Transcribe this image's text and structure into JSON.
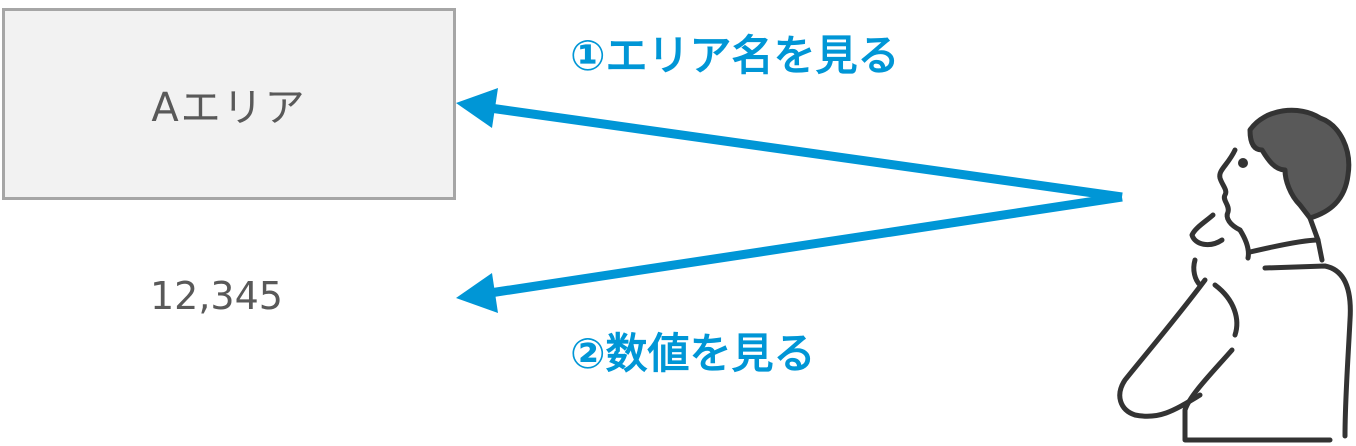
{
  "area_box": {
    "label": "Aエリア"
  },
  "value": {
    "text": "12,345"
  },
  "steps": [
    {
      "label": "①エリア名を見る"
    },
    {
      "label": "②数値を見る"
    }
  ],
  "colors": {
    "accent": "#0096d6",
    "box_fill": "#f2f2f2",
    "box_border": "#a6a6a6",
    "text": "#595959"
  }
}
